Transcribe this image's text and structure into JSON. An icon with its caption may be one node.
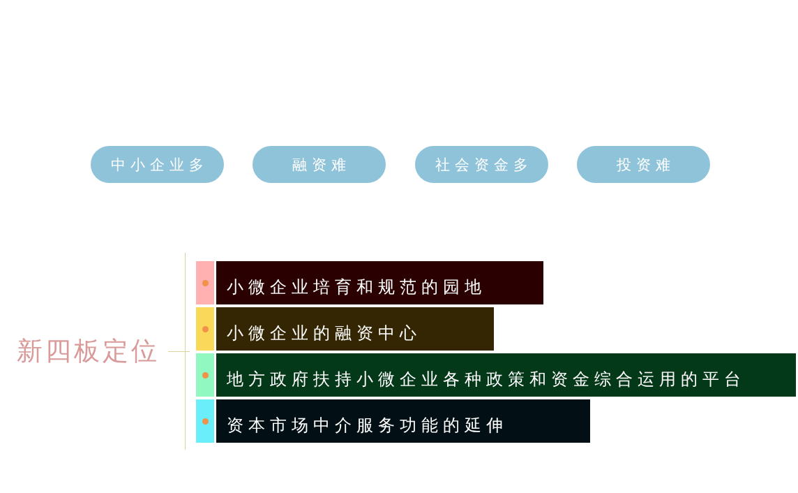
{
  "diagram": {
    "nodes": [
      {
        "text": [
          "中小企业多"
        ]
      },
      {
        "text": [
          "融资难"
        ]
      },
      {
        "text": [
          "社会资金多"
        ]
      },
      {
        "text": [
          "投资难"
        ]
      },
      {
        "text": [
          "小微企业培育和规范的园地"
        ]
      },
      {
        "text": [
          "小微企业的融资中心"
        ]
      },
      {
        "text": [
          "地方政府扶持小微企业各种政策和资金综合运用的平台"
        ]
      },
      {
        "text": [
          "资本市场中介服务功能的延伸"
        ]
      }
    ],
    "labels": [
      "新四板定位"
    ]
  }
}
